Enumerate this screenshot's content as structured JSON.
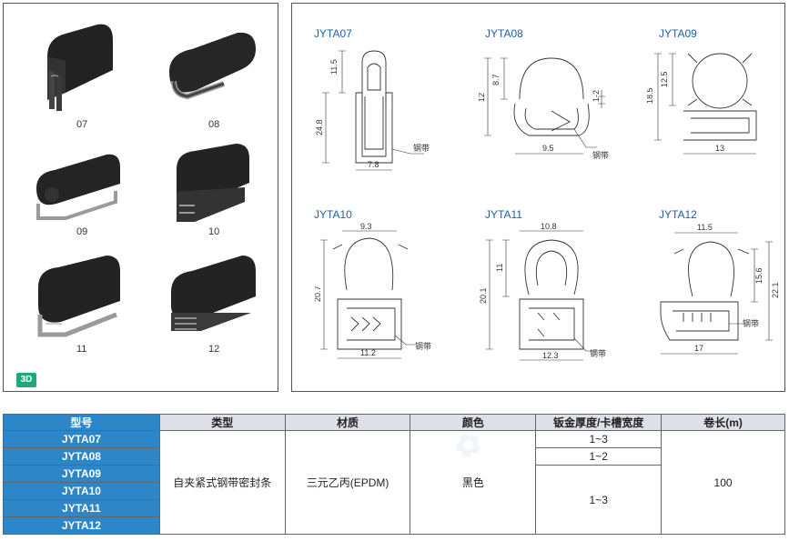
{
  "products": [
    {
      "label": "07"
    },
    {
      "label": "08"
    },
    {
      "label": "09"
    },
    {
      "label": "10"
    },
    {
      "label": "11"
    },
    {
      "label": "12"
    }
  ],
  "badge": "3D",
  "drawings": [
    {
      "title": "JYTA07",
      "dims": [
        "11.5",
        "24.8",
        "7.8"
      ],
      "note": "钢带"
    },
    {
      "title": "JYTA08",
      "dims": [
        "8.7",
        "12",
        "1-2",
        "9.5"
      ],
      "note": "钢带"
    },
    {
      "title": "JYTA09",
      "dims": [
        "12.5",
        "18.5",
        "13"
      ]
    },
    {
      "title": "JYTA10",
      "dims": [
        "9.3",
        "20.7",
        "11.2"
      ],
      "note": "钢带"
    },
    {
      "title": "JYTA11",
      "dims": [
        "10.8",
        "11",
        "20.1",
        "12.3"
      ],
      "note": "钢带"
    },
    {
      "title": "JYTA12",
      "dims": [
        "11.5",
        "15.6",
        "22.1",
        "17"
      ],
      "note": "钢带"
    }
  ],
  "table": {
    "headers": [
      "型号",
      "类型",
      "材质",
      "颜色",
      "钣金厚度/卡槽宽度",
      "卷长(m)"
    ],
    "models": [
      "JYTA07",
      "JYTA08",
      "JYTA09",
      "JYTA10",
      "JYTA11",
      "JYTA12"
    ],
    "type": "自夹紧式钢带密封条",
    "material": "三元乙丙(EPDM)",
    "color": "黑色",
    "thickness": [
      "1~3",
      "1~2",
      "1~3"
    ],
    "length": "100"
  },
  "colors": {
    "accent": "#2c86c8",
    "title_blue": "#1e5fa8",
    "badge_green": "#20a87a"
  }
}
